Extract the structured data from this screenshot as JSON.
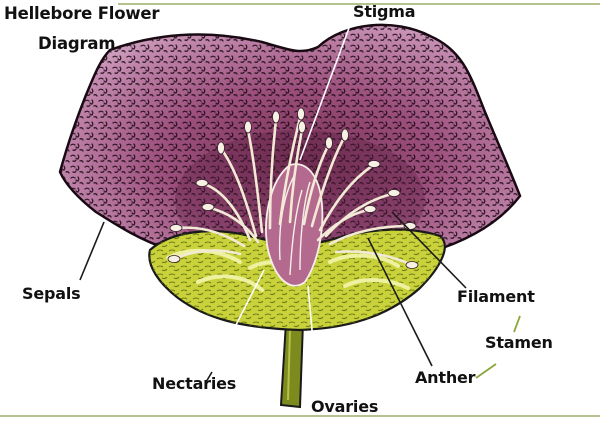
{
  "title": {
    "line1": "Hellebore Flower",
    "line2": "Diagram"
  },
  "labels": {
    "stigma": "Stigma",
    "sepals": "Sepals",
    "filament": "Filament",
    "stamen": "Stamen",
    "anther": "Anther",
    "nectaries": "Nectaries",
    "ovaries": "Ovaries"
  },
  "colors": {
    "accent_rule": "#9aad6a",
    "sepal_dark": "#6e2a52",
    "sepal_light": "#c27fa6",
    "nectary_green": "#c9d23a",
    "stem": "#7d8a1e",
    "stamen_cream": "#f3ead6"
  }
}
